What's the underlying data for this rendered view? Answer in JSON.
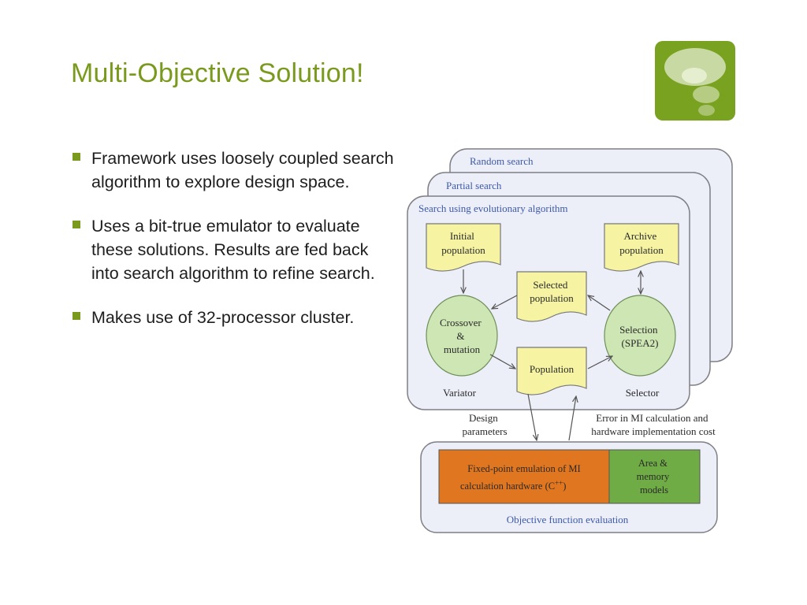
{
  "slide": {
    "title": "Multi-Objective Solution!",
    "bullets": [
      "Framework uses loosely coupled search algorithm to explore design space.",
      "Uses a bit-true emulator to evaluate these solutions. Results are fed back into search algorithm to refine search.",
      "Makes use of 32-processor cluster."
    ]
  },
  "diagram": {
    "panels": {
      "random": "Random search",
      "partial": "Partial search",
      "evolutionary": "Search using evolutionary algorithm"
    },
    "nodes": {
      "initial_population": [
        "Initial",
        "population"
      ],
      "archive_population": [
        "Archive",
        "population"
      ],
      "selected_population": [
        "Selected",
        "population"
      ],
      "crossover": [
        "Crossover",
        "&",
        "mutation"
      ],
      "selection": [
        "Selection",
        "(SPEA2)"
      ],
      "population": "Population"
    },
    "labels": {
      "variator": "Variator",
      "selector": "Selector",
      "design_parameters": [
        "Design",
        "parameters"
      ],
      "error": [
        "Error in MI calculation and",
        "hardware implementation cost"
      ]
    },
    "evaluation": {
      "emulation": [
        "Fixed-point emulation of MI",
        "calculation hardware (C",
        "++",
        ")"
      ],
      "area_memory": [
        "Area &",
        "memory",
        "models"
      ],
      "caption": "Objective function evaluation"
    },
    "colors": {
      "panel_fill": "#eceef8",
      "panel_stroke": "#7f7f86",
      "note_fill": "#f6f4a3",
      "ellipse_fill": "#cde6b4",
      "orange": "#e0761f",
      "green": "#6fac45",
      "text_blue": "#3d5aa8"
    }
  }
}
